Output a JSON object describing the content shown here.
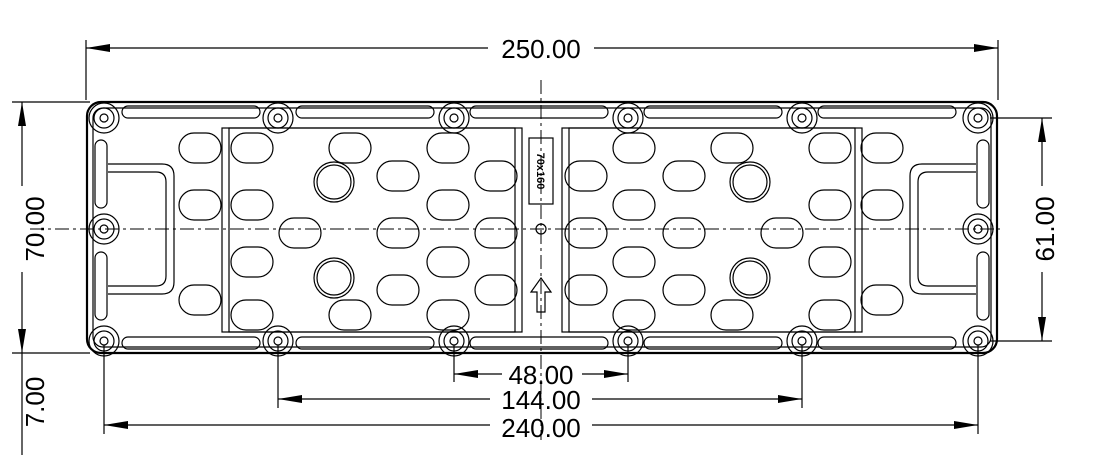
{
  "dimensions": {
    "overall_width": "250.00",
    "overall_height": "70.00",
    "hole_span_vertical": "61.00",
    "center_hole_pitch": "48.00",
    "middle_hole_pitch": "144.00",
    "outer_hole_pitch": "240.00",
    "offset": "7.00"
  },
  "center_label": "70x160"
}
